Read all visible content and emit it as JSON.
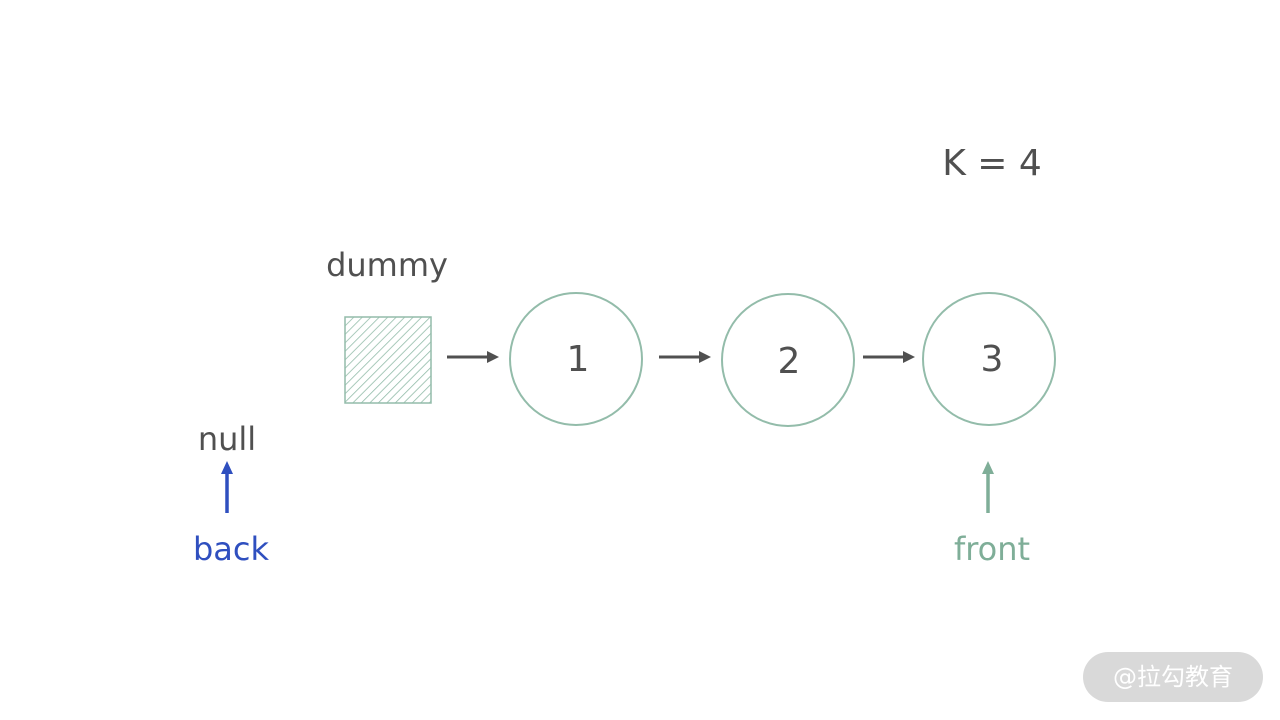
{
  "k_label": "K = 4",
  "dummy_label": "dummy",
  "null_label": "null",
  "nodes": [
    "1",
    "2",
    "3"
  ],
  "back_label": "back",
  "front_label": "front",
  "watermark": "@拉勾教育",
  "colors": {
    "text": "#505050",
    "node_stroke": "#93bcaa",
    "back": "#2f4fbf",
    "front": "#7fae98"
  }
}
